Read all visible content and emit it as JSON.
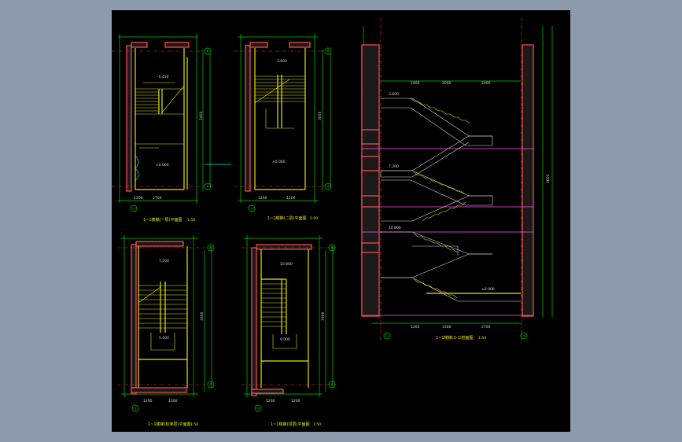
{
  "drawing": {
    "background": "#000000",
    "frame_color": "#8d9aab",
    "colors": {
      "wall": "#ff5050",
      "stair": "#e6e600",
      "dimension": "#00cc00",
      "text": "#d8d8d8",
      "axis": "#ff3030"
    },
    "views": [
      {
        "id": "plan-1",
        "title": "1~1楼梯(一层)平面图",
        "scale": "1:50"
      },
      {
        "id": "plan-2",
        "title": "1~1楼梯(二层)平面图",
        "scale": "1:50"
      },
      {
        "id": "plan-3",
        "title": "1~1楼梯(标准层)平面图",
        "scale": "1:50"
      },
      {
        "id": "plan-4",
        "title": "1~1楼梯(顶层)平面图",
        "scale": "1:50"
      },
      {
        "id": "section",
        "title": "1~1楼梯(1-1)剖面图",
        "scale": "1:50"
      }
    ],
    "axis_labels": [
      "①",
      "③",
      "A",
      "B"
    ],
    "dimensions": [
      "2400",
      "1200",
      "2700",
      "3000",
      "3300",
      "±0.000",
      "3.600",
      "7.200",
      "10.800"
    ]
  }
}
